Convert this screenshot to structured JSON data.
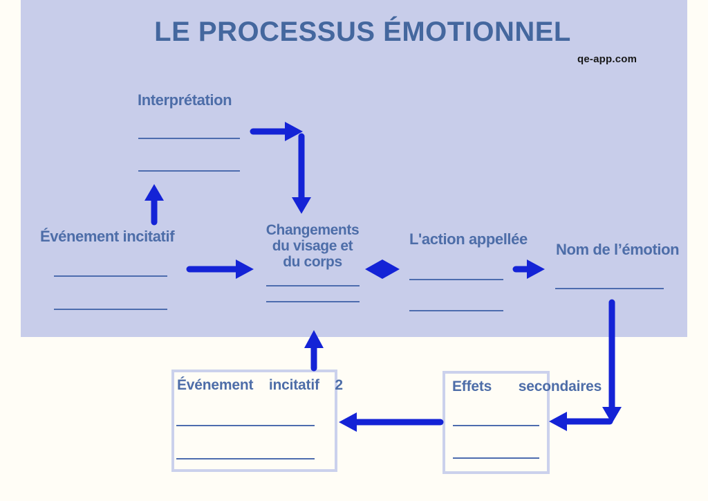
{
  "title": "LE PROCESSUS ÉMOTIONNEL",
  "watermark": "qe-app.com",
  "colors": {
    "background": "#fffdf6",
    "panel": "#c8cdea",
    "heading": "#44679e",
    "label": "#4d6da8",
    "blank_line": "#4d6cae",
    "arrow": "#1423d6",
    "box_border": "#cbd1ec",
    "watermark": "#181818"
  },
  "nodes": {
    "interpretation": {
      "label": "Interprétation",
      "blanks": 2
    },
    "inciting_event": {
      "label": "Événement incitatif",
      "blanks": 2
    },
    "body_changes": {
      "label": "Changements du visage et du corps",
      "lines": [
        "Changements",
        "du visage et",
        "du corps"
      ],
      "blanks": 2
    },
    "called_action": {
      "label": "L'action appellée",
      "blanks": 2
    },
    "emotion_name": {
      "label": "Nom de l’émotion",
      "blanks": 1
    },
    "inciting_event_2": {
      "label": "Événement incitatif 2",
      "blanks": 2
    },
    "secondary_effects": {
      "label": "Effets secondaires",
      "blanks": 2
    }
  },
  "arrows": [
    {
      "name": "inciting-event-to-interpretation",
      "from": "inciting_event",
      "to": "interpretation",
      "style": "up"
    },
    {
      "name": "interpretation-to-body-changes",
      "from": "interpretation",
      "to": "body_changes",
      "style": "right-then-down"
    },
    {
      "name": "inciting-event-to-body-changes",
      "from": "inciting_event",
      "to": "body_changes",
      "style": "right"
    },
    {
      "name": "body-changes-called-action",
      "from": "body_changes",
      "to": "called_action",
      "style": "double-headed"
    },
    {
      "name": "called-action-to-emotion-name",
      "from": "called_action",
      "to": "emotion_name",
      "style": "right"
    },
    {
      "name": "emotion-name-to-secondary-effects",
      "from": "emotion_name",
      "to": "secondary_effects",
      "style": "down-then-left"
    },
    {
      "name": "secondary-effects-to-inciting-event-2",
      "from": "secondary_effects",
      "to": "inciting_event_2",
      "style": "left"
    },
    {
      "name": "inciting-event-2-to-body-changes",
      "from": "inciting_event_2",
      "to": "body_changes",
      "style": "up"
    }
  ]
}
